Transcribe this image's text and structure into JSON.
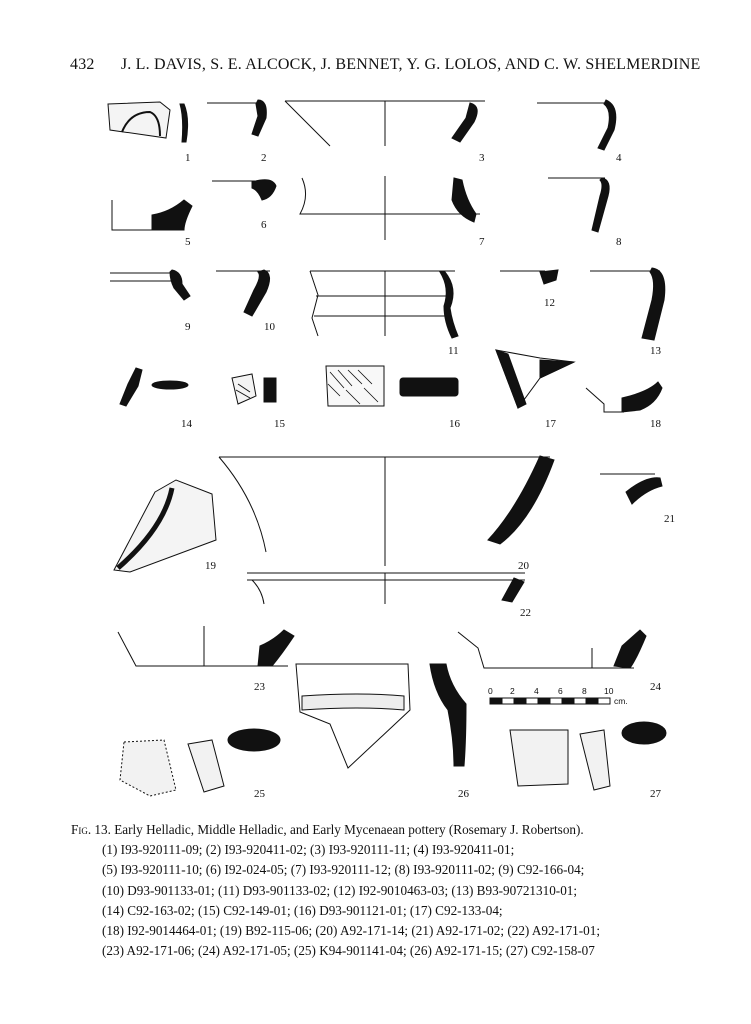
{
  "header": {
    "page_number": "432",
    "authors": "J. L. DAVIS, S. E. ALCOCK, J. BENNET, Y. G. LOLOS, AND C. W. SHELMERDINE"
  },
  "figure": {
    "numbers": [
      "1",
      "2",
      "3",
      "4",
      "5",
      "6",
      "7",
      "8",
      "9",
      "10",
      "11",
      "12",
      "13",
      "14",
      "15",
      "16",
      "17",
      "18",
      "19",
      "20",
      "21",
      "22",
      "23",
      "24",
      "25",
      "26",
      "27"
    ],
    "scale": {
      "ticks": [
        "0",
        "2",
        "4",
        "6",
        "8",
        "10"
      ],
      "unit": "cm."
    }
  },
  "caption": {
    "label": "Fig. 13.",
    "title": "Early Helladic, Middle Helladic, and Early Mycenaean pottery (Rosemary J. Robertson).",
    "lines": [
      "(1) I93-920111-09; (2) I93-920411-02; (3) I93-920111-11; (4) I93-920411-01;",
      "(5) I93-920111-10; (6) I92-024-05; (7) I93-920111-12; (8) I93-920111-02; (9) C92-166-04;",
      "(10) D93-901133-01; (11) D93-901133-02; (12) I92-9010463-03; (13) B93-90721310-01;",
      "(14) C92-163-02; (15) C92-149-01; (16) D93-901121-01; (17) C92-133-04;",
      "(18) I92-9014464-01; (19) B92-115-06; (20) A92-171-14; (21) A92-171-02; (22) A92-171-01;",
      "(23) A92-171-06; (24) A92-171-05; (25) K94-901141-04; (26) A92-171-15; (27) C92-158-07"
    ]
  }
}
